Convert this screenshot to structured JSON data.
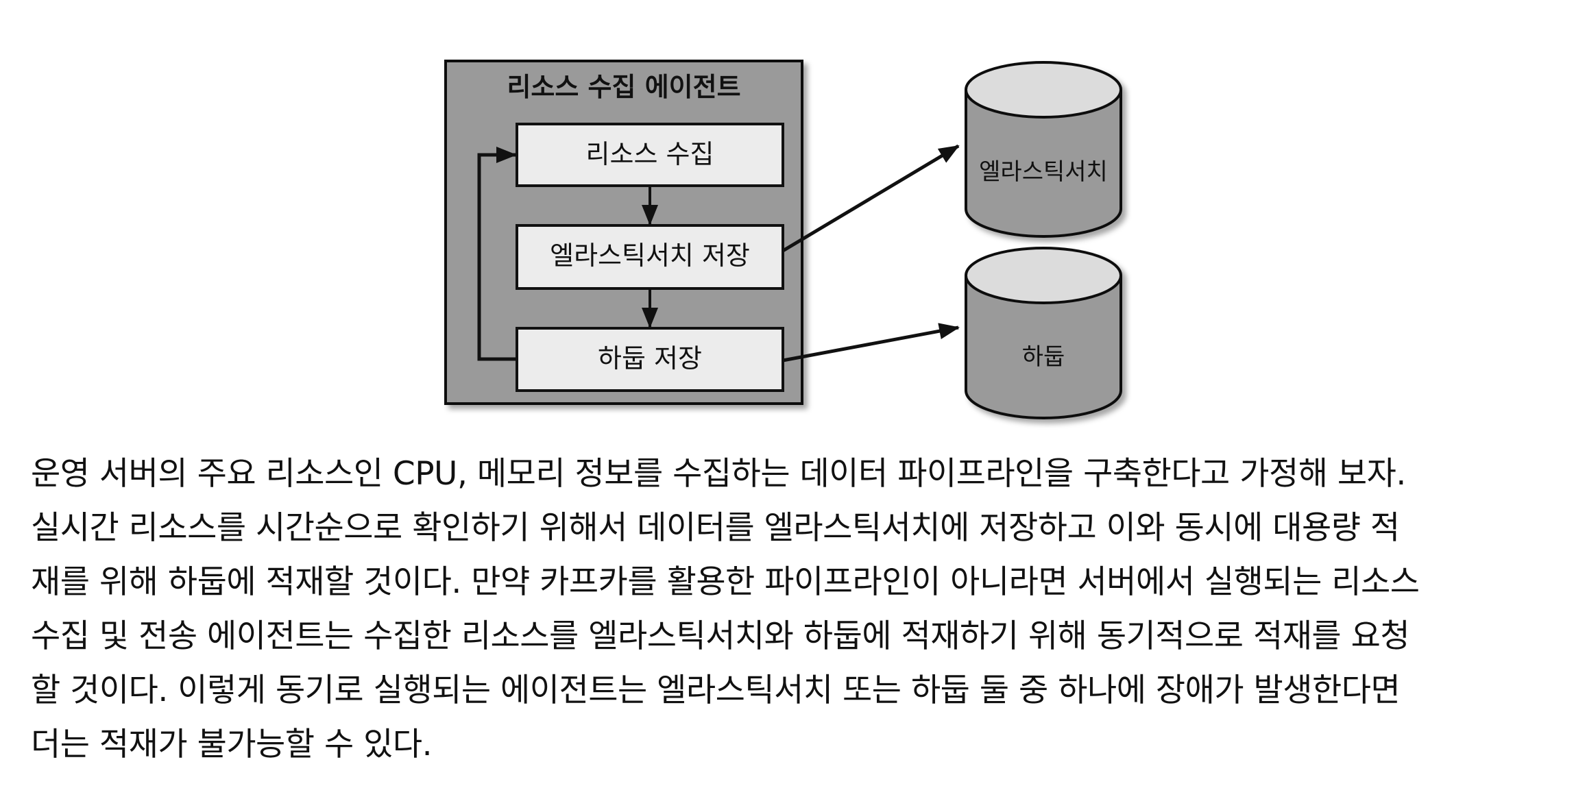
{
  "diagram": {
    "agent": {
      "title": "리소스 수집 에이전트",
      "steps": [
        {
          "label": "리소스 수집"
        },
        {
          "label": "엘라스틱서치 저장"
        },
        {
          "label": "하둡 저장"
        }
      ]
    },
    "stores": [
      {
        "label": "엘라스틱서치"
      },
      {
        "label": "하둡"
      }
    ]
  },
  "paragraph": {
    "lines": [
      "운영 서버의 주요 리소스인 CPU, 메모리 정보를 수집하는 데이터 파이프라인을 구축한다고 가정해 보자.",
      "실시간 리소스를 시간순으로 확인하기 위해서 데이터를 엘라스틱서치에 저장하고 이와 동시에 대용량 적",
      "재를 위해 하둡에 적재할 것이다. 만약 카프카를 활용한 파이프라인이 아니라면 서버에서 실행되는 리소스",
      "수집 및 전송 에이전트는 수집한 리소스를 엘라스틱서치와 하둡에 적재하기 위해 동기적으로 적재를 요청",
      "할 것이다. 이렇게 동기로 실행되는 에이전트는 엘라스틱서치 또는 하둡 둘 중 하나에 장애가 발생한다면",
      "더는 적재가 불가능할 수 있다."
    ]
  }
}
